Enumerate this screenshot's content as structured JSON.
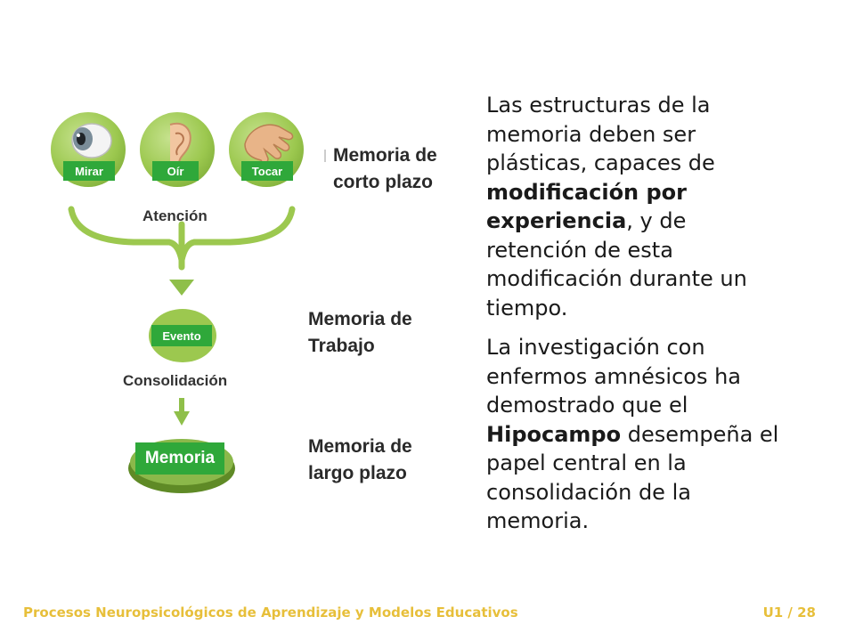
{
  "diagram": {
    "senses": [
      {
        "label": "Mirar",
        "icon": "eye-icon"
      },
      {
        "label": "Oír",
        "icon": "ear-icon"
      },
      {
        "label": "Tocar",
        "icon": "hand-icon"
      }
    ],
    "attention_label": "Atención",
    "event_label": "Evento",
    "consolidation_label": "Consolidación",
    "memory_label": "Memoria",
    "short_term": [
      "Memoria de",
      "corto plazo"
    ],
    "working": [
      "Memoria de",
      "Trabajo"
    ],
    "long_term": [
      "Memoria de",
      "largo plazo"
    ]
  },
  "text": {
    "p1": {
      "before": "Las estructuras de la memoria deben ser plásticas, capaces de ",
      "bold": "modificación por experiencia",
      "after": ", y de retención de esta modificación durante un tiempo."
    },
    "p2": {
      "before": "La investigación con enfermos amnésicos ha demostrado que el ",
      "bold": "Hipocampo",
      "after": " desempeña el papel central en la consolidación de la memoria."
    }
  },
  "footer": {
    "title": "Procesos Neuropsicológicos de Aprendizaje y Modelos Educativos",
    "page": "U1 / 28"
  },
  "colors": {
    "label_green": "#2fa83a",
    "circle_green": "#9cc84f",
    "arrow_green": "#8fbf4a",
    "footer_gold": "#e7bf3a"
  }
}
